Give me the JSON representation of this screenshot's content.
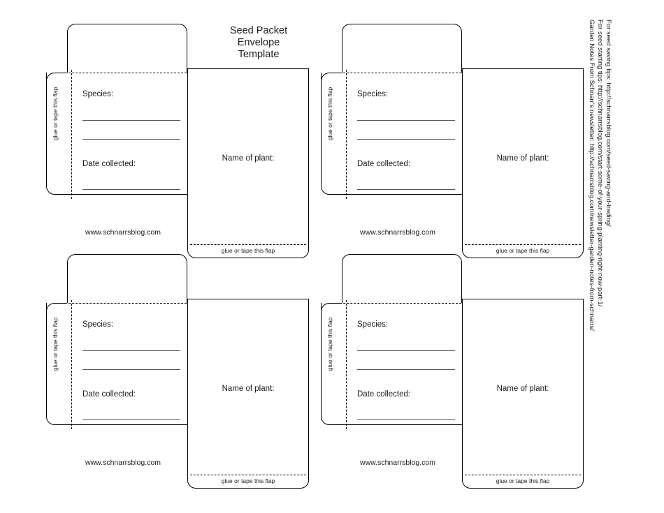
{
  "title": {
    "line1": "Seed Packet",
    "line2": "Envelope",
    "line3": "Template"
  },
  "envelope": {
    "species_label": "Species:",
    "date_label": "Date collected:",
    "name_of_plant_label": "Name of plant:",
    "site_url": "www.schnarrsblog.com",
    "glue_flap_side_label": "glue or tape this flap",
    "glue_flap_bottom_label": "glue or tape this flap"
  },
  "envelopes": [
    {
      "id": "envelope-1"
    },
    {
      "id": "envelope-2"
    },
    {
      "id": "envelope-3"
    },
    {
      "id": "envelope-4"
    }
  ],
  "references": {
    "line1": "For seed saving tips: http://schnarrsblog.com/seed-saving-and-trading/",
    "line2": "For seed starting tips: http://schnarrsblog.com/start-some-of-your-spring-planting-right-now-part-1/",
    "line3": "Garden Notes From Schnarr's newsletter: http://schnarrsblog.com/newsletter-garden-notes-from-schnarrs/"
  }
}
